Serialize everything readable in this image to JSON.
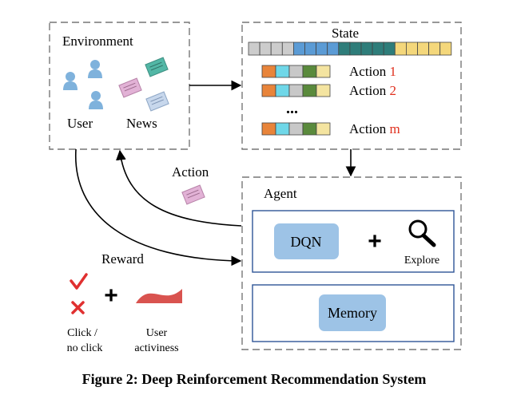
{
  "environment": {
    "title": "Environment",
    "user_label": "User",
    "news_label": "News"
  },
  "state_panel": {
    "title": "State",
    "state_cell_colors": [
      "#cccccc",
      "#cccccc",
      "#cccccc",
      "#cccccc",
      "#5b9bd5",
      "#5b9bd5",
      "#5b9bd5",
      "#5b9bd5",
      "#2e7d7a",
      "#2e7d7a",
      "#2e7d7a",
      "#2e7d7a",
      "#2e7d7a",
      "#f4d77b",
      "#f4d77b",
      "#f4d77b",
      "#f4d77b",
      "#f4d77b"
    ],
    "action_cell_colors": [
      "#e8843a",
      "#6fd7e8",
      "#c8c8c8",
      "#5a8a3c",
      "#f4e4a0"
    ],
    "actions": [
      {
        "prefix": "Action ",
        "index": "1"
      },
      {
        "prefix": "Action ",
        "index": "2"
      },
      {
        "prefix": "Action ",
        "index": "m"
      }
    ],
    "ellipsis": "..."
  },
  "arrow_labels": {
    "action": "Action",
    "reward": "Reward"
  },
  "agent": {
    "title": "Agent",
    "dqn_label": "DQN",
    "plus": "+",
    "explore_label": "Explore",
    "memory_label": "Memory"
  },
  "reward_legend": {
    "plus": "+",
    "click_line1": "Click /",
    "click_line2": "no click",
    "activiness_line1": "User",
    "activiness_line2": "activiness"
  },
  "caption": "Figure 2: Deep Reinforcement Recommendation System",
  "colors": {
    "box_dash": "#777777",
    "panel_blue": "#2f5597",
    "pill_fill": "#9dc3e6",
    "index_red": "#e0301e",
    "check_red": "#e03030",
    "wave_red": "#d9534f",
    "user_icon": "#7fb2dc",
    "news_pink": "#d9a0c8",
    "news_teal": "#52b7a6",
    "news_blue": "#a9c3e0"
  }
}
